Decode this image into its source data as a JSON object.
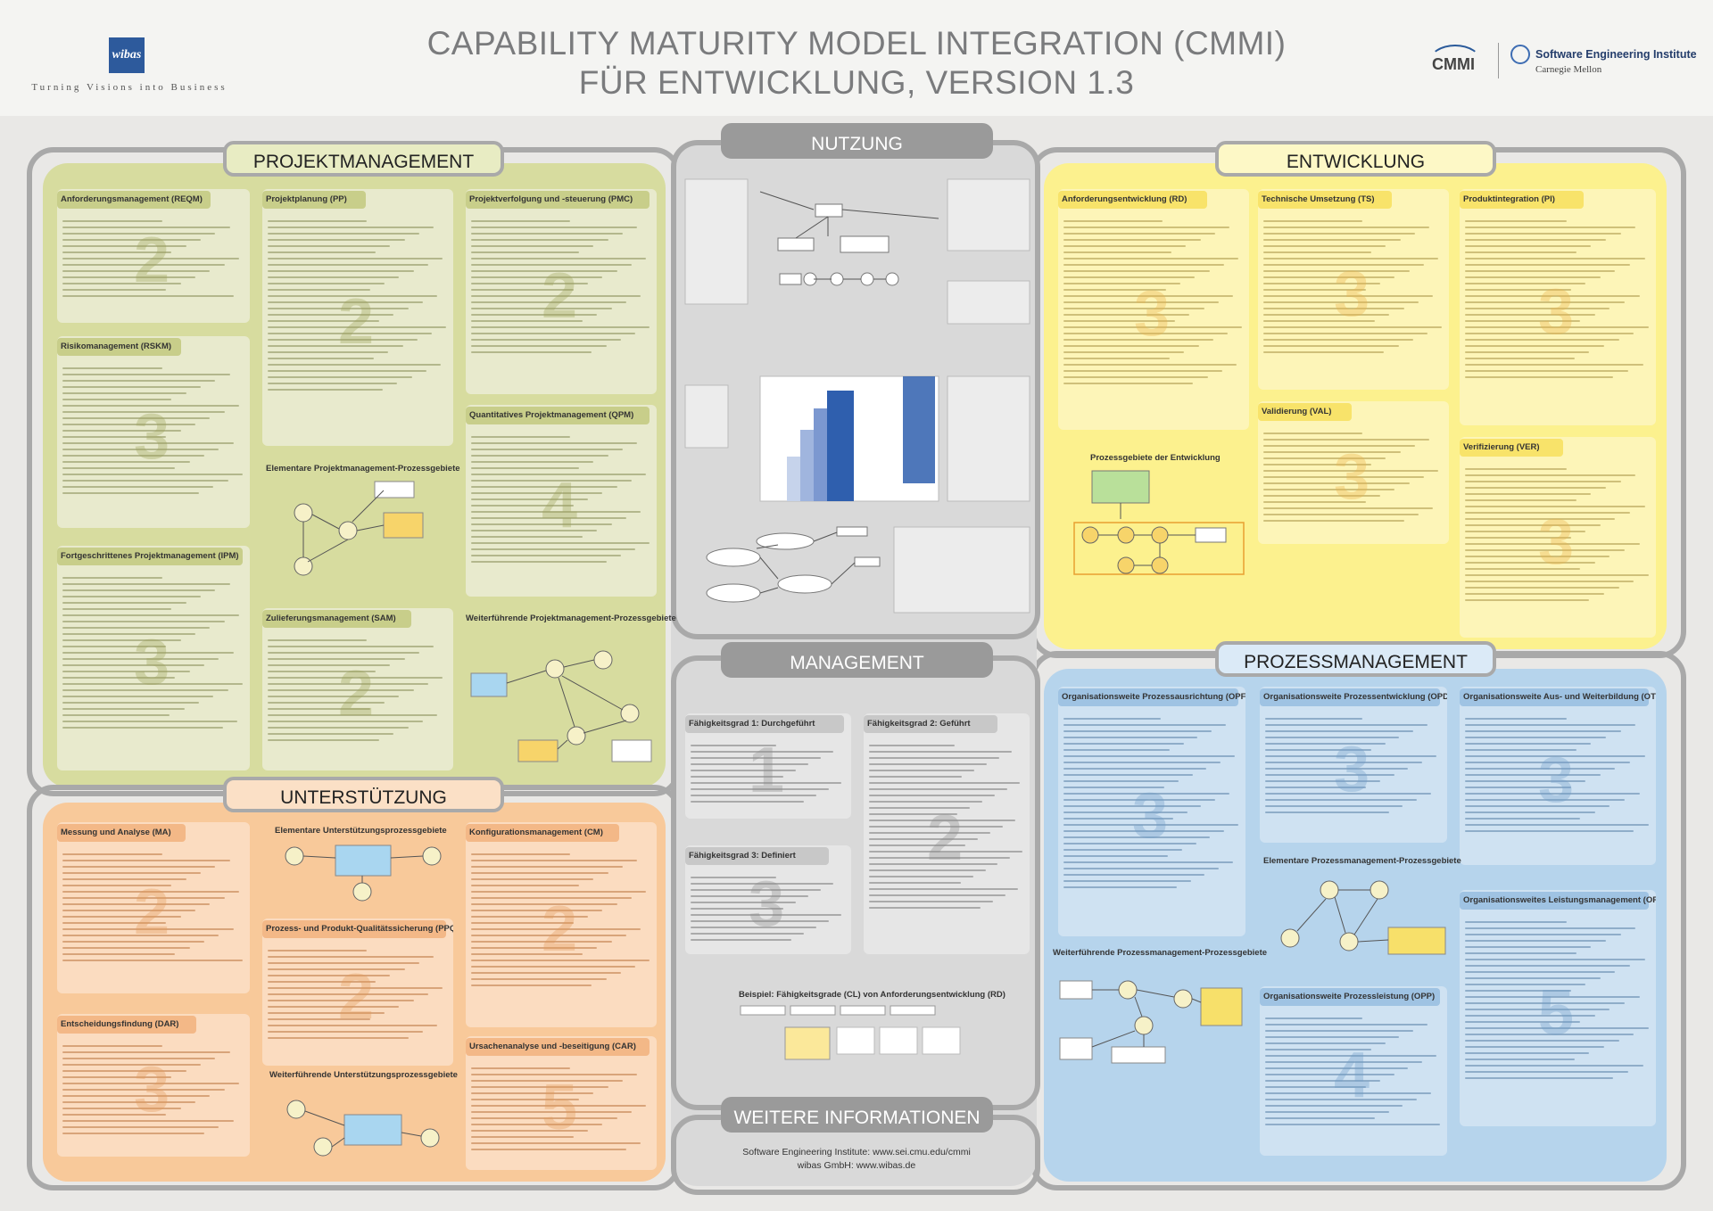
{
  "header": {
    "logo_text": "wibas",
    "logo_tagline": "Turning Visions into Business",
    "title_line1": "CAPABILITY MATURITY MODEL INTEGRATION (CMMI)",
    "title_line2": "FÜR ENTWICKLUNG, VERSION 1.3",
    "cmmi_logo": "CMMI",
    "sei_name": "Software Engineering Institute",
    "cmu_name": "Carnegie Mellon"
  },
  "sections": {
    "projektmanagement": "PROJEKTMANAGEMENT",
    "unterstuetzung": "UNTERSTÜTZUNG",
    "entwicklung": "ENTWICKLUNG",
    "prozessmanagement": "PROZESSMANAGEMENT",
    "nutzung": "NUTZUNG",
    "management": "MANAGEMENT",
    "weitere_informationen": "WEITERE INFORMATIONEN"
  },
  "projektmanagement": {
    "reqm": {
      "title": "Anforderungsmanagement (REQM)",
      "level": "2"
    },
    "pp": {
      "title": "Projektplanung (PP)",
      "level": "2"
    },
    "pmc": {
      "title": "Projektverfolgung und -steuerung (PMC)",
      "level": "2"
    },
    "rskm": {
      "title": "Risikomanagement (RSKM)",
      "level": "3"
    },
    "qpm": {
      "title": "Quantitatives Projektmanagement (QPM)",
      "level": "4"
    },
    "ipm": {
      "title": "Fortgeschrittenes Projektmanagement (IPM)",
      "level": "3"
    },
    "sam": {
      "title": "Zulieferungsmanagement (SAM)",
      "level": "2"
    },
    "basic_diagram": "Elementare Projektmanagement-Prozessgebiete",
    "advanced_diagram": "Weiterführende Projektmanagement-Prozessgebiete"
  },
  "unterstuetzung": {
    "ma": {
      "title": "Messung und Analyse (MA)",
      "level": "2"
    },
    "cm": {
      "title": "Konfigurationsmanagement (CM)",
      "level": "2"
    },
    "ppqa": {
      "title": "Prozess- und Produkt-Qualitätssicherung (PPQA)",
      "level": "2"
    },
    "dar": {
      "title": "Entscheidungsfindung (DAR)",
      "level": "3"
    },
    "car": {
      "title": "Ursachenanalyse und -beseitigung (CAR)",
      "level": "5"
    },
    "basic_diagram": "Elementare Unterstützungsprozessgebiete",
    "advanced_diagram": "Weiterführende Unterstützungsprozessgebiete"
  },
  "entwicklung": {
    "rd": {
      "title": "Anforderungsentwicklung (RD)",
      "level": "3"
    },
    "ts": {
      "title": "Technische Umsetzung (TS)",
      "level": "3"
    },
    "pi": {
      "title": "Produktintegration (PI)",
      "level": "3"
    },
    "val": {
      "title": "Validierung (VAL)",
      "level": "3"
    },
    "ver": {
      "title": "Verifizierung (VER)",
      "level": "3"
    },
    "diagram": "Prozessgebiete der Entwicklung"
  },
  "prozessmanagement": {
    "opf": {
      "title": "Organisationsweite Prozessausrichtung (OPF)",
      "level": "3"
    },
    "opd": {
      "title": "Organisationsweite Prozessentwicklung (OPD)",
      "level": "3"
    },
    "ot": {
      "title": "Organisationsweite Aus- und Weiterbildung (OT)",
      "level": "3"
    },
    "opm": {
      "title": "Organisationsweites Leistungsmanagement (OPM)",
      "level": "5"
    },
    "opp": {
      "title": "Organisationsweite Prozessleistung (OPP)",
      "level": "4"
    },
    "basic_diagram": "Elementare Prozessmanagement-Prozessgebiete",
    "advanced_diagram": "Weiterführende Prozessmanagement-Prozessgebiete"
  },
  "management": {
    "cl1": {
      "title": "Fähigkeitsgrad 1: Durchgeführt",
      "level": "1"
    },
    "cl2": {
      "title": "Fähigkeitsgrad 2: Geführt",
      "level": "2"
    },
    "cl3": {
      "title": "Fähigkeitsgrad 3: Definiert",
      "level": "3"
    },
    "example": "Beispiel: Fähigkeitsgrade (CL) von Anforderungsentwicklung (RD)"
  },
  "weitere_informationen": {
    "sei_line": "Software Engineering Institute: www.sei.cmu.edu/cmmi",
    "wibas_line": "wibas GmbH: www.wibas.de"
  },
  "colors": {
    "projektmanagement": "#d7dc9f",
    "unterstuetzung": "#f8c99a",
    "entwicklung": "#fcf18e",
    "prozessmanagement": "#b6d4ec",
    "mitte": "#d9d9d9"
  }
}
